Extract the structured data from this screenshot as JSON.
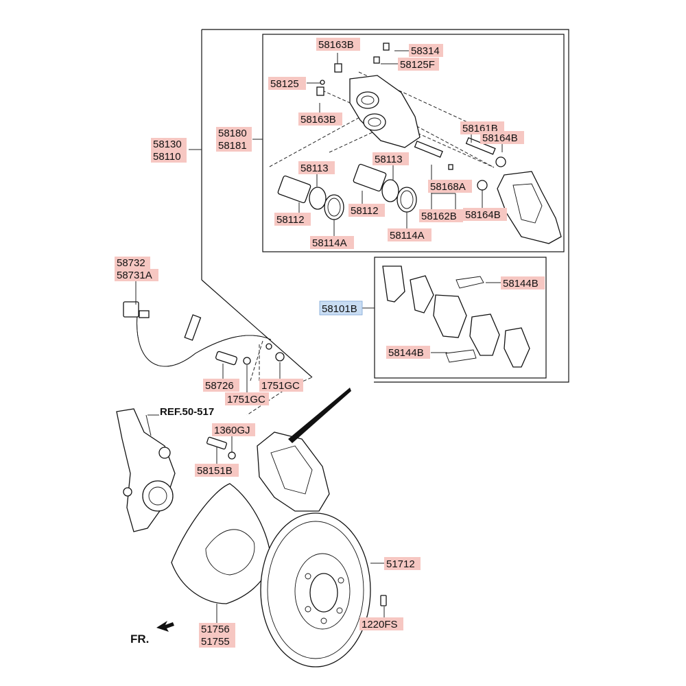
{
  "labels": {
    "l58163B_top": "58163B",
    "l58314": "58314",
    "l58125F": "58125F",
    "l58125": "58125",
    "l58163B_mid": "58163B",
    "l58180": "58180",
    "l58181": "58181",
    "l58130": "58130",
    "l58110": "58110",
    "l58161B": "58161B",
    "l58164B_top": "58164B",
    "l58113_a": "58113",
    "l58113_b": "58113",
    "l58168A": "58168A",
    "l58112_a": "58112",
    "l58112_b": "58112",
    "l58162B": "58162B",
    "l58164B_bot": "58164B",
    "l58114A_a": "58114A",
    "l58114A_b": "58114A",
    "l58732": "58732",
    "l58731A": "58731A",
    "l58101B": "58101B",
    "l58144B_top": "58144B",
    "l58144B_bot": "58144B",
    "l58726": "58726",
    "l1751GC_a": "1751GC",
    "l1751GC_b": "1751GC",
    "lref": "REF.50-517",
    "l1360GJ": "1360GJ",
    "l58151B": "58151B",
    "l51712": "51712",
    "l1220FS": "1220FS",
    "l51756": "51756",
    "l51755": "51755",
    "lfr": "FR."
  }
}
